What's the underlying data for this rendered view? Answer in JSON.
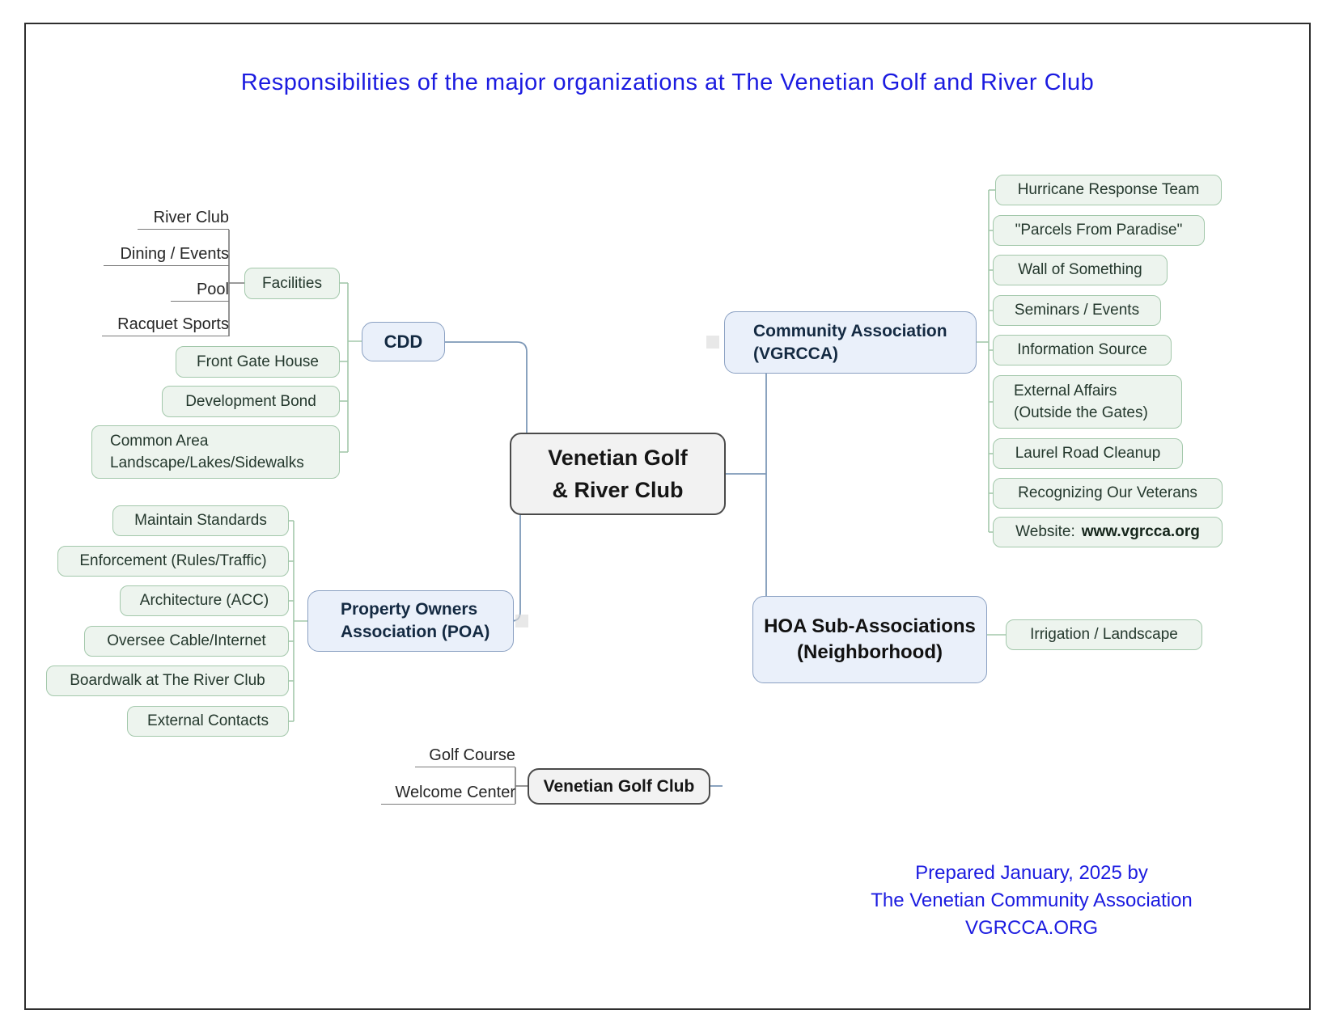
{
  "title": "Responsibilities of the major organizations at The Venetian Golf and River Club",
  "colors": {
    "title_blue": "#1b1be0",
    "leaf_green_bg": "#edf4ee",
    "leaf_green_border": "#a3c8ab",
    "node_blue_bg": "#eaf0fa",
    "node_blue_border": "#8aa0c2",
    "node_gray_bg": "#f2f2f2",
    "branch_line": "#7e99b8",
    "green_line": "#a3c8ab"
  },
  "center": {
    "line1": "Venetian Golf",
    "line2": "& River Club"
  },
  "cdd": {
    "label": "CDD",
    "facilities": {
      "label": "Facilities",
      "items": [
        "River Club",
        "Dining / Events",
        "Pool",
        "Racquet Sports"
      ]
    },
    "leaves": [
      "Front Gate House",
      "Development Bond"
    ],
    "common_area": {
      "line1": "Common Area",
      "line2": "Landscape/Lakes/Sidewalks"
    }
  },
  "poa": {
    "title_line1": "Property Owners",
    "title_line2": "Association (POA)",
    "leaves": [
      "Maintain Standards",
      "Enforcement (Rules/Traffic)",
      "Architecture (ACC)",
      "Oversee Cable/Internet",
      "Boardwalk at The River Club",
      "External Contacts"
    ]
  },
  "community": {
    "title_line1": "Community Association",
    "title_line2": "(VGRCCA)",
    "leaves": [
      "Hurricane Response Team",
      "\"Parcels From Paradise\"",
      "Wall of Something",
      "Seminars / Events",
      "Information Source",
      {
        "line1": "External Affairs",
        "line2": "(Outside the Gates)"
      },
      "Laurel Road Cleanup",
      "Recognizing Our Veterans",
      {
        "prefix": "Website:",
        "url": "www.vgrcca.org"
      }
    ]
  },
  "hoa": {
    "title_line1": "HOA Sub-Associations",
    "title_line2": "(Neighborhood)",
    "leaves": [
      "Irrigation / Landscape"
    ]
  },
  "golf_club": {
    "label": "Venetian Golf Club",
    "items": [
      "Golf Course",
      "Welcome Center"
    ]
  },
  "footer": {
    "line1": "Prepared January, 2025 by",
    "line2": "The Venetian Community Association",
    "line3": "VGRCCA.ORG"
  }
}
